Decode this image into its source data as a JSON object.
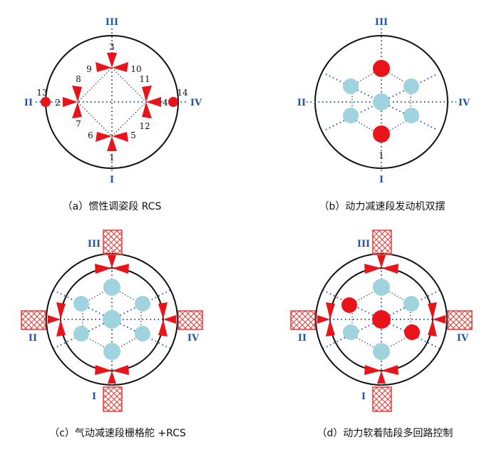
{
  "axes": {
    "top": "III",
    "left": "II",
    "right": "IV",
    "bottom": "I"
  },
  "panel_a": {
    "caption": "（a）惯性调姿段 RCS",
    "thruster_numbers": [
      "1",
      "2",
      "3",
      "4",
      "5",
      "6",
      "7",
      "8",
      "9",
      "10",
      "11",
      "12",
      "13",
      "14"
    ]
  },
  "panel_b": {
    "caption": "（b）动力减速段发动机双摆",
    "center_mark": "1"
  },
  "panel_c": {
    "caption": "（c）气动减速段栅格舵 +RCS"
  },
  "panel_d": {
    "caption": "（d）动力软着陆段多回路控制"
  },
  "colors": {
    "thruster_red": "#e8141a",
    "engine_blue": "#9fd4df",
    "axis_blue": "#2255a4",
    "outline": "#111111",
    "fin_red": "#e53935"
  }
}
